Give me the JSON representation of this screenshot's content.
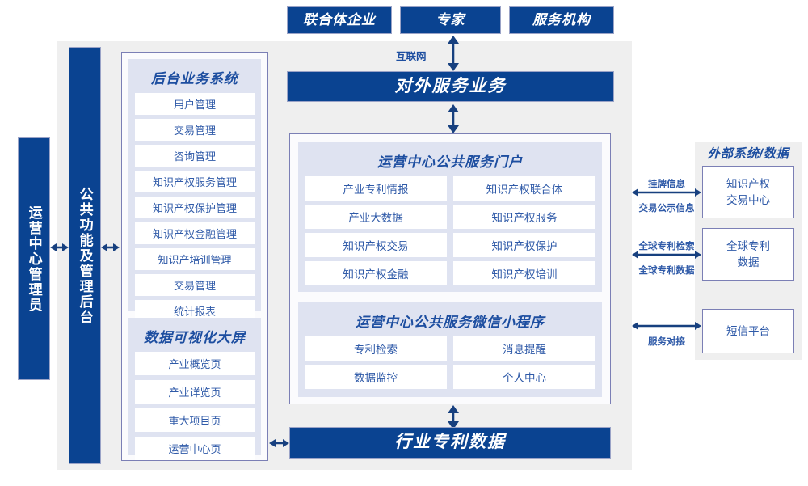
{
  "top_actors": [
    {
      "label": "联合体企业"
    },
    {
      "label": "专家"
    },
    {
      "label": "服务机构"
    }
  ],
  "network_label": "互联网",
  "external_service_bar": "对外服务业务",
  "industry_data_bar": "行业专利数据",
  "left_pillars": [
    {
      "label": "运营中心管理员"
    },
    {
      "label": "公共功能及管理后台"
    }
  ],
  "backend_system": {
    "title": "后台业务系统",
    "items": [
      "用户管理",
      "交易管理",
      "咨询管理",
      "知识产权服务管理",
      "知识产权保护管理",
      "知识产权金融管理",
      "知识产培训管理",
      "交易管理",
      "统计报表"
    ]
  },
  "data_visualization": {
    "title": "数据可视化大屏",
    "items": [
      "产业概览页",
      "产业详览页",
      "重大项目页",
      "运营中心页"
    ]
  },
  "public_portal": {
    "title": "运营中心公共服务门户",
    "items": [
      "产业专利情报",
      "知识产权联合体",
      "产业大数据",
      "知识产权服务",
      "知识产权交易",
      "知识产权保护",
      "知识产权金融",
      "知识产权培训"
    ]
  },
  "wechat_miniprogram": {
    "title": "运营中心公共服务微信小程序",
    "items": [
      "专利检索",
      "消息提醒",
      "数据监控",
      "个人中心"
    ]
  },
  "external": {
    "title": "外部系统/数据",
    "boxes": [
      {
        "line1": "知识产权",
        "line2": "交易中心"
      },
      {
        "line1": "全球专利",
        "line2": "数据"
      },
      {
        "line1": "短信平台",
        "line2": ""
      }
    ],
    "connections": [
      {
        "above": "挂牌信息",
        "below": "交易公示信息"
      },
      {
        "above": "全球专利检索",
        "below": "全球专利数据"
      },
      {
        "above": "",
        "below": "服务对接"
      }
    ]
  },
  "colors": {
    "deep_blue": "#0a4391",
    "text_blue": "#2f5aa8",
    "lavender": "#dfe3f1",
    "panel_gray": "#efefef",
    "border_purple": "#7b7fb5"
  }
}
